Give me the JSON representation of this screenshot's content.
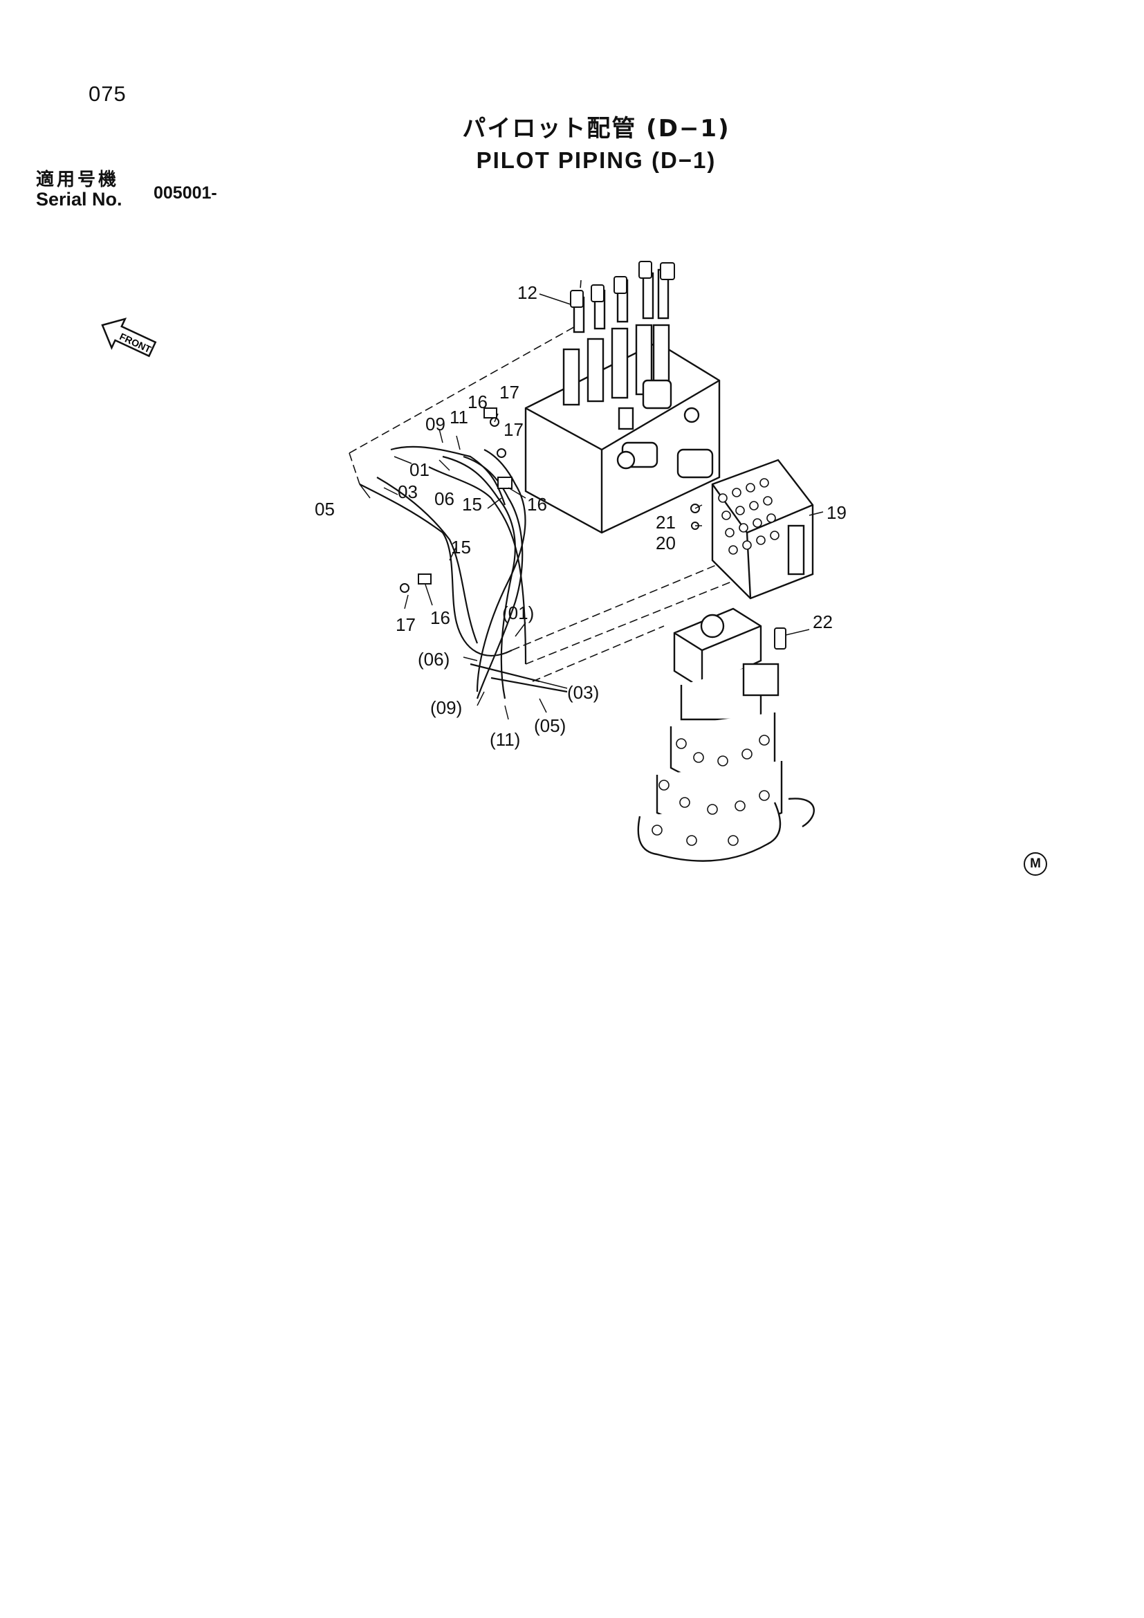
{
  "page_number": "075",
  "title_ja": "パイロット配管 (D−1)",
  "title_en": "PILOT PIPING (D−1)",
  "serial": {
    "label_ja": "適用号機",
    "label_en": "Serial No.",
    "value": "005001-"
  },
  "front_label": "FRONT",
  "corner_mark": "M",
  "callouts": [
    "12",
    "16",
    "17",
    "17",
    "09",
    "11",
    "01",
    "03",
    "06",
    "05",
    "16",
    "15",
    "15",
    "21",
    "20",
    "19",
    "16",
    "17",
    "(01)",
    "(06)",
    "(03)",
    "(09)",
    "(05)",
    "(11)",
    "22"
  ]
}
